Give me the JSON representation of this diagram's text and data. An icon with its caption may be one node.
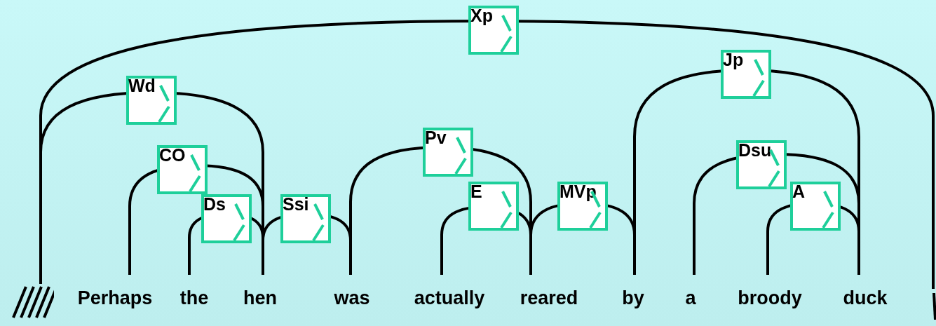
{
  "diagram": {
    "nodes": [
      {
        "text": [],
        "shape": "picture"
      },
      {
        "text": [
          "Perhaps"
        ]
      },
      {
        "text": [
          "the"
        ]
      },
      {
        "text": [
          "hen"
        ]
      },
      {
        "text": [
          "was"
        ]
      },
      {
        "text": [
          "actually"
        ]
      },
      {
        "text": [
          "reared"
        ]
      },
      {
        "text": [
          "by"
        ]
      },
      {
        "text": [
          "a"
        ]
      },
      {
        "text": [
          "broody"
        ]
      },
      {
        "text": [
          "duck"
        ]
      },
      {
        "text": [],
        "shape": "picture"
      }
    ],
    "edges": [
      {
        "from": 0,
        "to": 11,
        "arrow": "none",
        "label": "Xp"
      },
      {
        "from": 0,
        "to": 3,
        "arrow": "none",
        "label": "Wd"
      },
      {
        "from": 1,
        "to": 3,
        "arrow": "none",
        "label": "CO"
      },
      {
        "from": 2,
        "to": 3,
        "arrow": "none",
        "label": "Ds"
      },
      {
        "from": 3,
        "to": 4,
        "arrow": "none",
        "label": "Ssi"
      },
      {
        "from": 4,
        "to": 6,
        "arrow": "none",
        "label": "Pv"
      },
      {
        "from": 5,
        "to": 6,
        "arrow": "none",
        "label": "E"
      },
      {
        "from": 6,
        "to": 7,
        "arrow": "none",
        "label": "MVp"
      },
      {
        "from": 7,
        "to": 10,
        "arrow": "none",
        "label": "Jp"
      },
      {
        "from": 8,
        "to": 10,
        "arrow": "none",
        "label": "Dsu"
      },
      {
        "from": 9,
        "to": 10,
        "arrow": "none",
        "label": "A"
      }
    ]
  }
}
